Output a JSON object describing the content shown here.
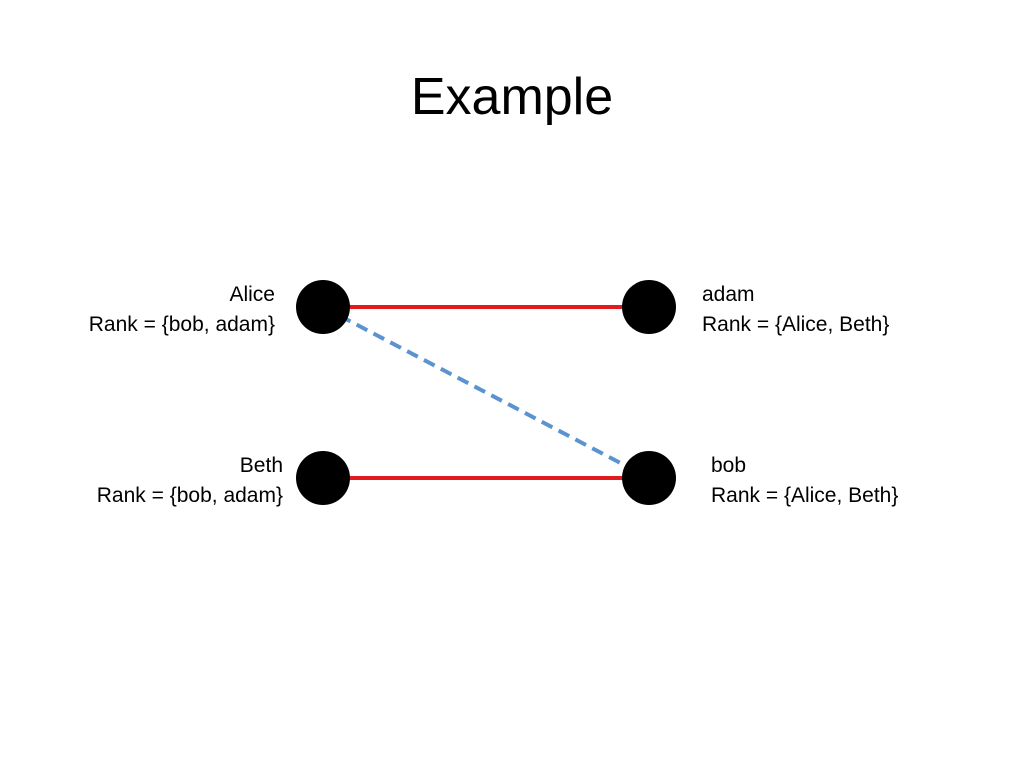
{
  "title": "Example",
  "nodes": {
    "alice": {
      "name": "Alice",
      "rank": "Rank = {bob, adam}"
    },
    "beth": {
      "name": "Beth",
      "rank": "Rank = {bob, adam}"
    },
    "adam": {
      "name": "adam",
      "rank": "Rank = {Alice, Beth}"
    },
    "bob": {
      "name": "bob",
      "rank": "Rank = {Alice, Beth}"
    }
  },
  "edges": [
    {
      "from": "alice",
      "to": "adam",
      "style": "solid",
      "color": "#e31a1c"
    },
    {
      "from": "beth",
      "to": "bob",
      "style": "solid",
      "color": "#e31a1c"
    },
    {
      "from": "alice",
      "to": "bob",
      "style": "dashed",
      "color": "#5b93d0"
    }
  ],
  "colors": {
    "node": "#000000",
    "matched_edge": "#e31a1c",
    "blocking_edge": "#5b93d0",
    "background": "#ffffff"
  }
}
